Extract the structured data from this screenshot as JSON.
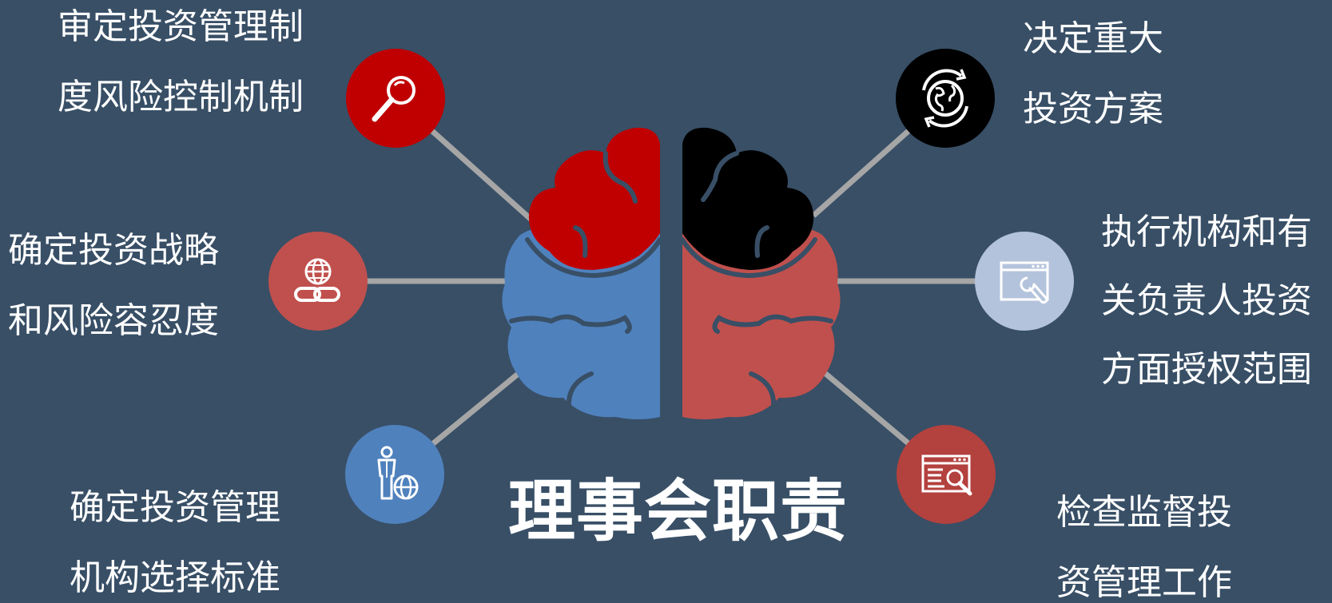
{
  "title": "理事会职责",
  "items": [
    {
      "id": "top-left",
      "lines": [
        "审定投资管理制",
        "度风险控制机制"
      ],
      "icon": "magnifier-icon",
      "circle_color": "#c00000"
    },
    {
      "id": "mid-left",
      "lines": [
        "确定投资战略",
        "和风险容忍度"
      ],
      "icon": "globe-link-icon",
      "circle_color": "#c0504d"
    },
    {
      "id": "bottom-left",
      "lines": [
        "确定投资管理",
        "机构选择标准"
      ],
      "icon": "person-globe-icon",
      "circle_color": "#4f81bd"
    },
    {
      "id": "top-right",
      "lines": [
        "决定重大",
        "投资方案"
      ],
      "icon": "earth-refresh-icon",
      "circle_color": "#000000"
    },
    {
      "id": "mid-right",
      "lines": [
        "执行机构和有",
        "关负责人投资",
        "方面授权范围"
      ],
      "icon": "browser-wrench-icon",
      "circle_color": "#b4c3dc"
    },
    {
      "id": "bottom-right",
      "lines": [
        "检查监督投",
        "资管理工作"
      ],
      "icon": "browser-search-icon",
      "circle_color": "#b3413e"
    }
  ],
  "colors": {
    "background": "#384f66",
    "connector": "#a6a6a6",
    "brain_top_left": "#c00000",
    "brain_top_right": "#000000",
    "brain_bottom_left": "#4f81bd",
    "brain_bottom_right": "#c0504d"
  }
}
